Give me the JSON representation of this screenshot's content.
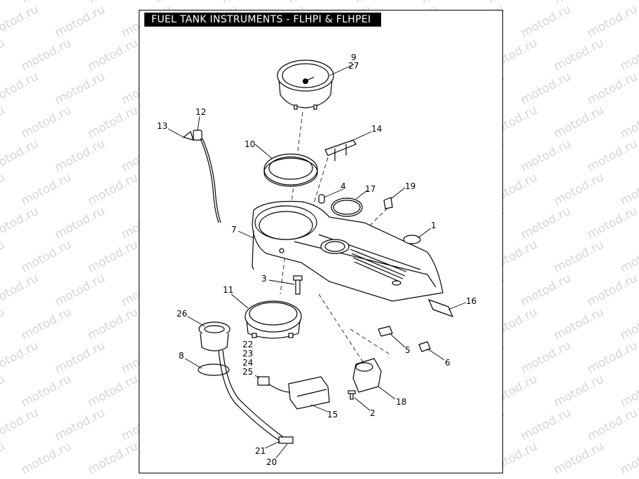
{
  "title": "FUEL TANK INSTRUMENTS - FLHPI & FLHPEI",
  "watermark_text": "motod.ru",
  "callouts": [
    "1",
    "2",
    "3",
    "4",
    "5",
    "6",
    "7",
    "8",
    "9",
    "10",
    "11",
    "12",
    "13",
    "14",
    "15",
    "16",
    "17",
    "18",
    "19",
    "20",
    "21",
    "22",
    "23",
    "24",
    "25",
    "26",
    "27"
  ]
}
